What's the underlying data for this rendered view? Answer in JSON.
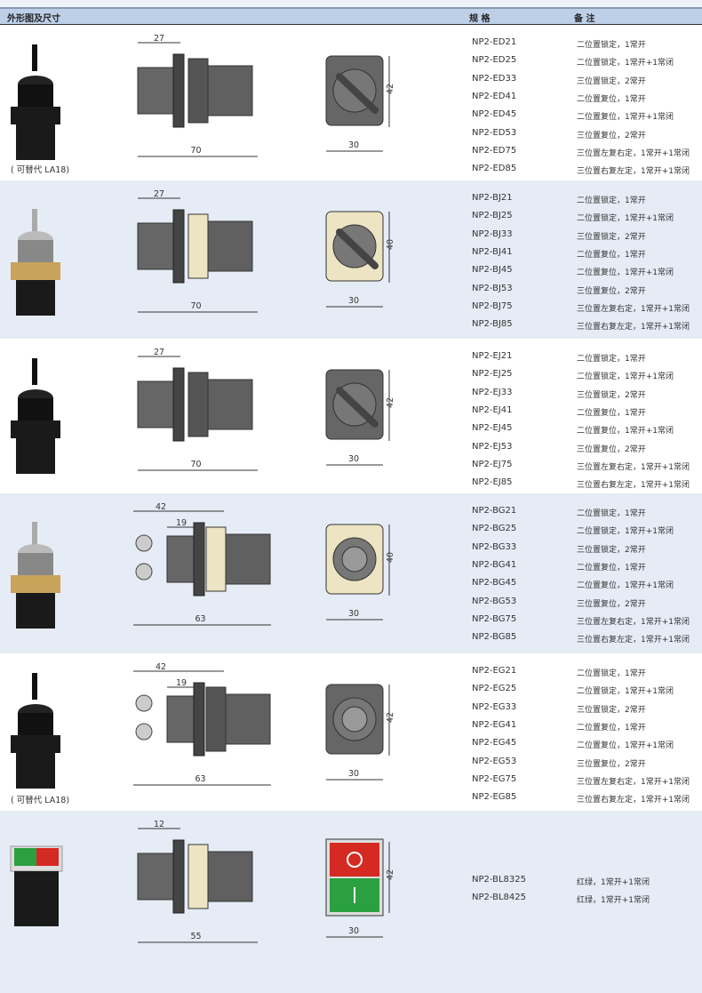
{
  "header": {
    "col1": "外形图及尺寸",
    "col2": "规 格",
    "col3": "备 注"
  },
  "sections": [
    {
      "note": "( 可替代 LA18)",
      "style": "black",
      "dims": {
        "top": "27",
        "total": "70"
      },
      "front": {
        "w": "30",
        "h": "42",
        "knob": "lever"
      },
      "rows": [
        [
          "NP2-ED21",
          "二位置锁定，1常开"
        ],
        [
          "NP2-ED25",
          "二位置锁定，1常开+1常闭"
        ],
        [
          "NP2-ED33",
          "三位置锁定，2常开"
        ],
        [
          "NP2-ED41",
          "二位置复位，1常开"
        ],
        [
          "NP2-ED45",
          "二位置复位，1常开+1常闭"
        ],
        [
          "NP2-ED53",
          "三位置复位，2常开"
        ],
        [
          "NP2-ED75",
          "三位置左复右定，1常开+1常闭"
        ],
        [
          "NP2-ED85",
          "三位置右复左定，1常开+1常闭"
        ]
      ]
    },
    {
      "note": "",
      "style": "metal",
      "dims": {
        "top": "27",
        "total": "70"
      },
      "front": {
        "w": "30",
        "h": "40",
        "knob": "lever"
      },
      "rows": [
        [
          "NP2-BJ21",
          "二位置锁定，1常开"
        ],
        [
          "NP2-BJ25",
          "二位置锁定，1常开+1常闭"
        ],
        [
          "NP2-BJ33",
          "三位置锁定，2常开"
        ],
        [
          "NP2-BJ41",
          "二位置复位，1常开"
        ],
        [
          "NP2-BJ45",
          "二位置复位，1常开+1常闭"
        ],
        [
          "NP2-BJ53",
          "三位置复位，2常开"
        ],
        [
          "NP2-BJ75",
          "三位置左复右定，1常开+1常闭"
        ],
        [
          "NP2-BJ85",
          "三位置右复左定，1常开+1常闭"
        ]
      ]
    },
    {
      "note": "",
      "style": "black",
      "dims": {
        "top": "27",
        "total": "70"
      },
      "front": {
        "w": "30",
        "h": "42",
        "knob": "lever"
      },
      "rows": [
        [
          "NP2-EJ21",
          "二位置锁定，1常开"
        ],
        [
          "NP2-EJ25",
          "二位置锁定，1常开+1常闭"
        ],
        [
          "NP2-EJ33",
          "三位置锁定，2常开"
        ],
        [
          "NP2-EJ41",
          "二位置复位，1常开"
        ],
        [
          "NP2-EJ45",
          "二位置复位，1常开+1常闭"
        ],
        [
          "NP2-EJ53",
          "三位置复位，2常开"
        ],
        [
          "NP2-EJ75",
          "三位置左复右定，1常开+1常闭"
        ],
        [
          "NP2-EJ85",
          "三位置右复左定，1常开+1常闭"
        ]
      ]
    },
    {
      "note": "",
      "style": "metal",
      "dims": {
        "top": "42",
        "mid": "19",
        "total": "63"
      },
      "front": {
        "w": "30",
        "h": "40",
        "knob": "key"
      },
      "rows": [
        [
          "NP2-BG21",
          "二位置锁定，1常开"
        ],
        [
          "NP2-BG25",
          "二位置锁定，1常开+1常闭"
        ],
        [
          "NP2-BG33",
          "三位置锁定，2常开"
        ],
        [
          "NP2-BG41",
          "二位置复位，1常开"
        ],
        [
          "NP2-BG45",
          "二位置复位，1常开+1常闭"
        ],
        [
          "NP2-BG53",
          "三位置复位，2常开"
        ],
        [
          "NP2-BG75",
          "三位置左复右定，1常开+1常闭"
        ],
        [
          "NP2-BG85",
          "三位置右复左定，1常开+1常闭"
        ]
      ]
    },
    {
      "note": "( 可替代 LA18)",
      "style": "black",
      "dims": {
        "top": "42",
        "mid": "19",
        "total": "63"
      },
      "front": {
        "w": "30",
        "h": "42",
        "knob": "key"
      },
      "rows": [
        [
          "NP2-EG21",
          "二位置锁定，1常开"
        ],
        [
          "NP2-EG25",
          "二位置锁定，1常开+1常闭"
        ],
        [
          "NP2-EG33",
          "三位置锁定，2常开"
        ],
        [
          "NP2-EG41",
          "二位置复位，1常开"
        ],
        [
          "NP2-EG45",
          "二位置复位，1常开+1常闭"
        ],
        [
          "NP2-EG53",
          "三位置复位，2常开"
        ],
        [
          "NP2-EG75",
          "三位置左复右定，1常开+1常闭"
        ],
        [
          "NP2-EG85",
          "三位置右复左定，1常开+1常闭"
        ]
      ]
    },
    {
      "note": "",
      "style": "double",
      "dims": {
        "top": "12",
        "total": "55"
      },
      "front": {
        "w": "30",
        "h": "42",
        "knob": "double"
      },
      "rows": [
        [
          "NP2-BL8325",
          "红绿，1常开+1常闭"
        ],
        [
          "NP2-BL8425",
          "红绿，1常开+1常闭"
        ]
      ]
    }
  ],
  "colors": {
    "header": "#bdd0e8",
    "band": "#e6ecf6",
    "red": "#d42a22",
    "green": "#2aa040"
  }
}
